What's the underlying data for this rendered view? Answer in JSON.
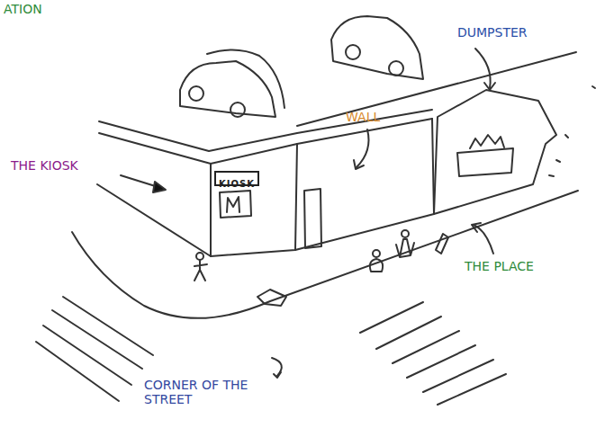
{
  "diagram": {
    "nodes": [
      {
        "text": [
          "KIOSK"
        ]
      }
    ],
    "labels": [
      "ATION",
      "THE KIOSK",
      "DUMPSTER",
      "WALL",
      "THE PLACE",
      "CORNER OF THE STREET"
    ]
  }
}
